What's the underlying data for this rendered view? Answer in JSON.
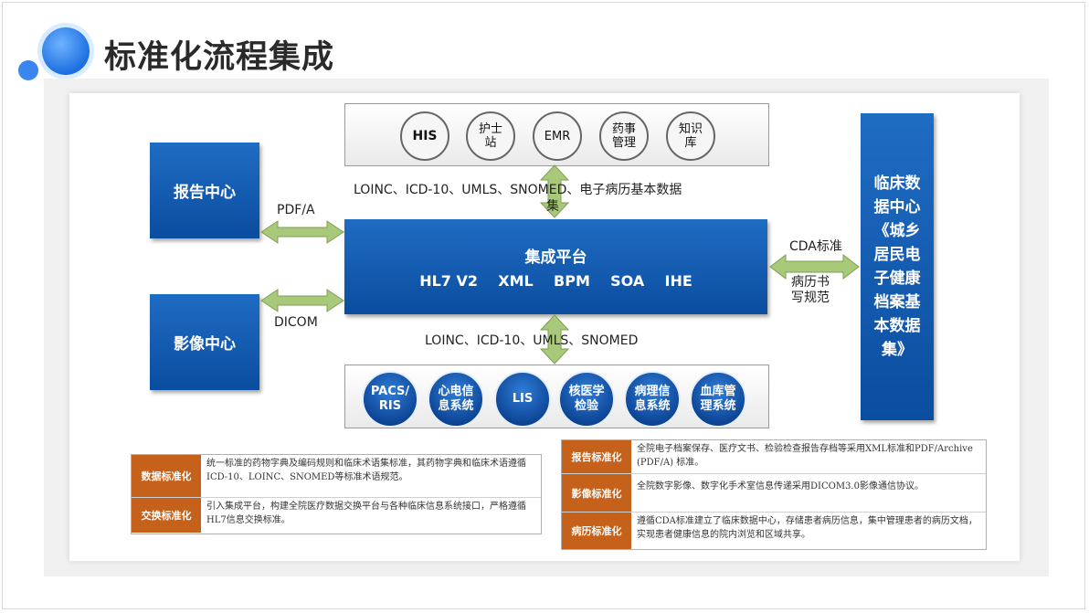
{
  "title": "标准化流程集成",
  "top_systems": [
    "HIS",
    "护士\n站",
    "EMR",
    "药事\n管理",
    "知识\n库"
  ],
  "bottom_systems": [
    "PACS/\nRIS",
    "心电信\n息系统",
    "LIS",
    "核医学\n检验",
    "病理信\n息系统",
    "血库管\n理系统"
  ],
  "report_center": "报告中心",
  "image_center": "影像中心",
  "platform": {
    "name": "集成平台",
    "standards": "HL7 V2    XML    BPM    SOA    IHE"
  },
  "clinical_center": "临床数\n据中心\n《城乡\n居民电\n子健康\n档案基\n本数据\n集》",
  "labels": {
    "top_std": "LOINC、ICD-10、UMLS、SNOMED、电子病历基本数据",
    "top_std_wrap": "集",
    "bottom_std": "LOINC、ICD-10、UMLS、SNOMED",
    "pdfa": "PDF/A",
    "dicom": "DICOM",
    "cda": "CDA标准",
    "writing": "病历书\n写规范"
  },
  "left_standards": [
    {
      "tag": "数据标准化",
      "text": "统一标准的药物字典及编码规则和临床术语集标准，其药物字典和临床术语遵循ICD-10、LOINC、SNOMED等标准术语规范。"
    },
    {
      "tag": "交换标准化",
      "text": "引入集成平台，构建全院医疗数据交换平台与各种临床信息系统接口，严格遵循HL7信息交换标准。"
    }
  ],
  "right_standards": [
    {
      "tag": "报告标准化",
      "text": "全院电子档案保存、医疗文书、检验检查报告存档等采用XML标准和PDF/Archive (PDF/A) 标准。"
    },
    {
      "tag": "影像标准化",
      "text": "全院数字影像、数字化手术室信息传递采用DICOM3.0影像通信协议。"
    },
    {
      "tag": "病历标准化",
      "text": "遵循CDA标准建立了临床数据中心，存储患者病历信息，集中管理患者的病历文档，实现患者健康信息的院内浏览和区域共享。"
    }
  ],
  "colors": {
    "blue": "#0b4d9f",
    "tag": "#c5611a",
    "arrow": "#a9c97a"
  }
}
